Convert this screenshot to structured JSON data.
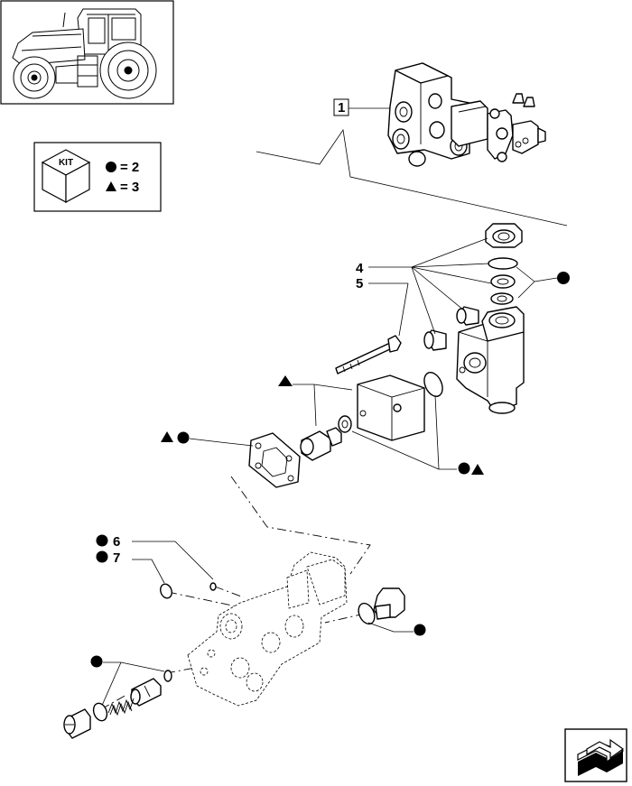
{
  "legend": {
    "kit_label": "KIT",
    "circle_text": "= 2",
    "triangle_text": "= 3"
  },
  "callouts": {
    "ref_1": "1",
    "ref_4": "4",
    "ref_5": "5",
    "ref_6": "6",
    "ref_7": "7"
  },
  "icons": {
    "tractor": "tractor-illustration",
    "kit_box": "kit-box-icon",
    "circle": "filled-circle-icon",
    "triangle": "filled-triangle-icon",
    "nav": "next-page-arrow-icon"
  }
}
